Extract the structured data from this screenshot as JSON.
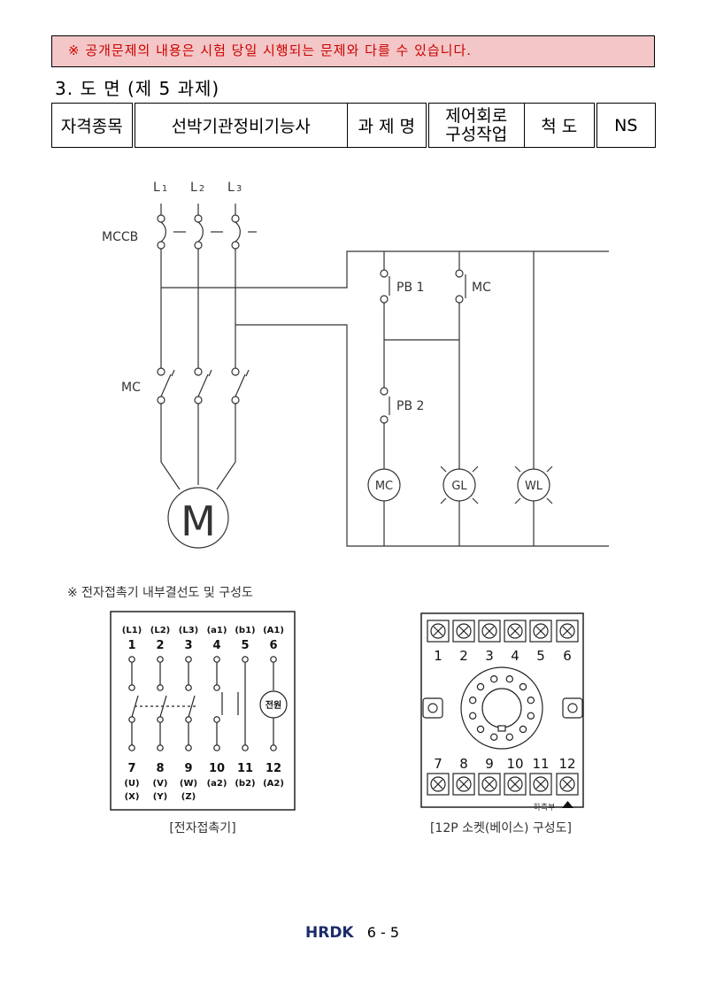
{
  "notice": "※ 공개문제의 내용은 시험 당일 시행되는 문제와 다를 수 있습니다.",
  "section_title": "3. 도 면 (제 5 과제)",
  "info_table": {
    "qualification_label": "자격종목",
    "qualification_value": "선박기관정비기능사",
    "task_label": "과 제 명",
    "task_value_line1": "제어회로",
    "task_value_line2": "구성작업",
    "scale_label": "척 도",
    "scale_value": "NS"
  },
  "circuit": {
    "phase_L1": "L",
    "phase_L1_sub": "1",
    "phase_L2": "L",
    "phase_L2_sub": "2",
    "phase_L3": "L",
    "phase_L3_sub": "3",
    "mccb_label": "MCCB",
    "mc_label": "MC",
    "motor_label": "M",
    "pb1_label": "PB 1",
    "mc_contact_label": "MC",
    "pb2_label": "PB 2",
    "coil_label": "MC",
    "green_lamp_label": "GL",
    "white_lamp_label": "WL"
  },
  "internal_title": "※ 전자접촉기 내부결선도 및 구성도",
  "contactor": {
    "top_terms": [
      "(L1)",
      "(L2)",
      "(L3)",
      "(a1)",
      "(b1)",
      "(A1)"
    ],
    "top_nums": [
      "1",
      "2",
      "3",
      "4",
      "5",
      "6"
    ],
    "bottom_nums": [
      "7",
      "8",
      "9",
      "10",
      "11",
      "12"
    ],
    "bottom_terms": [
      "(U)",
      "(V)",
      "(W)",
      "(a2)",
      "(b2)",
      "(A2)"
    ],
    "bottom_terms2": [
      "(X)",
      "(Y)",
      "(Z)"
    ],
    "coil_label": "전원",
    "caption": "[전자접촉기]"
  },
  "socket": {
    "top_nums": [
      "1",
      "2",
      "3",
      "4",
      "5",
      "6"
    ],
    "bottom_nums": [
      "7",
      "8",
      "9",
      "10",
      "11",
      "12"
    ],
    "bottom_side_label": "하측부",
    "caption": "[12P 소켓(베이스) 구성도]"
  },
  "footer": {
    "logo": "HRDK",
    "page": "6 - 5"
  }
}
